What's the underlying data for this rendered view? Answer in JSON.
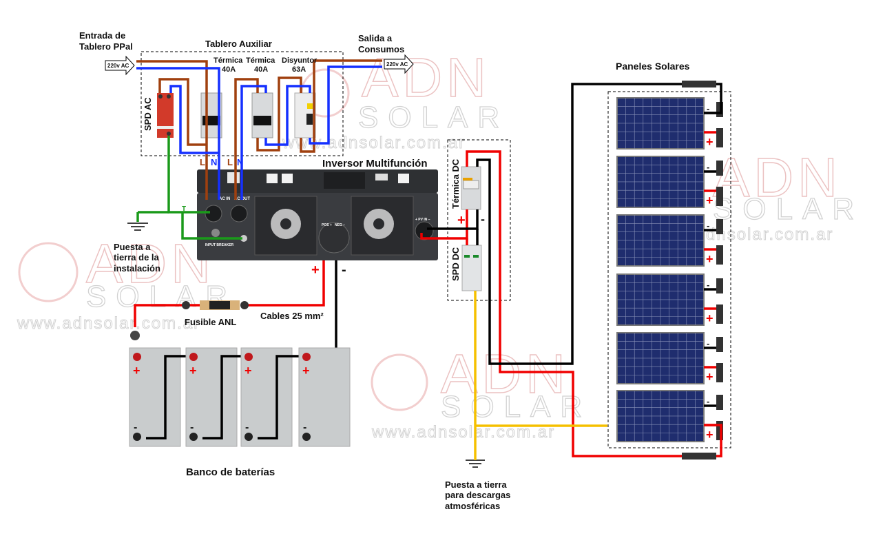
{
  "labels": {
    "entrada_1": "Entrada de",
    "entrada_2": "Tablero PPal",
    "tablero": "Tablero Auxiliar",
    "termica1_1": "Térmica",
    "termica1_2": "40A",
    "termica2_1": "Térmica",
    "termica2_2": "40A",
    "disyuntor_1": "Disyuntor",
    "disyuntor_2": "63A",
    "salida_1": "Salida a",
    "salida_2": "Consumos",
    "voltage_in": "220v AC",
    "voltage_out": "220v AC",
    "spd_ac": "SPD AC",
    "L1": "L",
    "N1": "N",
    "L2": "L",
    "N2": "N",
    "inversor": "Inversor Multifunción",
    "tierra_T": "T",
    "puesta_tierra_1": "Puesta a",
    "puesta_tierra_2": "tierra de la",
    "puesta_tierra_3": "instalación",
    "fusible": "Fusible ANL",
    "cables": "Cables 25 mm²",
    "banco": "Banco de baterías",
    "termica_dc": "Térmica DC",
    "spd_dc": "SPD DC",
    "paneles": "Paneles Solares",
    "descargas_1": "Puesta a tierra",
    "descargas_2": "para descargas",
    "descargas_3": "atmosféricas",
    "inv_ac_in": "AC IN",
    "inv_ac_out": "AC OUT",
    "inv_pv_in": "+ PV IN −",
    "inv_pos": "POS +",
    "inv_neg": "NEG −",
    "inv_breaker": "INPUT BREAKER",
    "plus": "+",
    "minus": "-"
  },
  "watermark": {
    "line1": "ADN",
    "line2": "SOLAR",
    "url": "www.adnsolar.com.ar"
  },
  "colors": {
    "line": "#a0400f",
    "neutral": "#1530ff",
    "earth": "#1a9a1a",
    "dc_pos": "#f00000",
    "dc_neg": "#000000",
    "surge_earth": "#f5c000"
  }
}
